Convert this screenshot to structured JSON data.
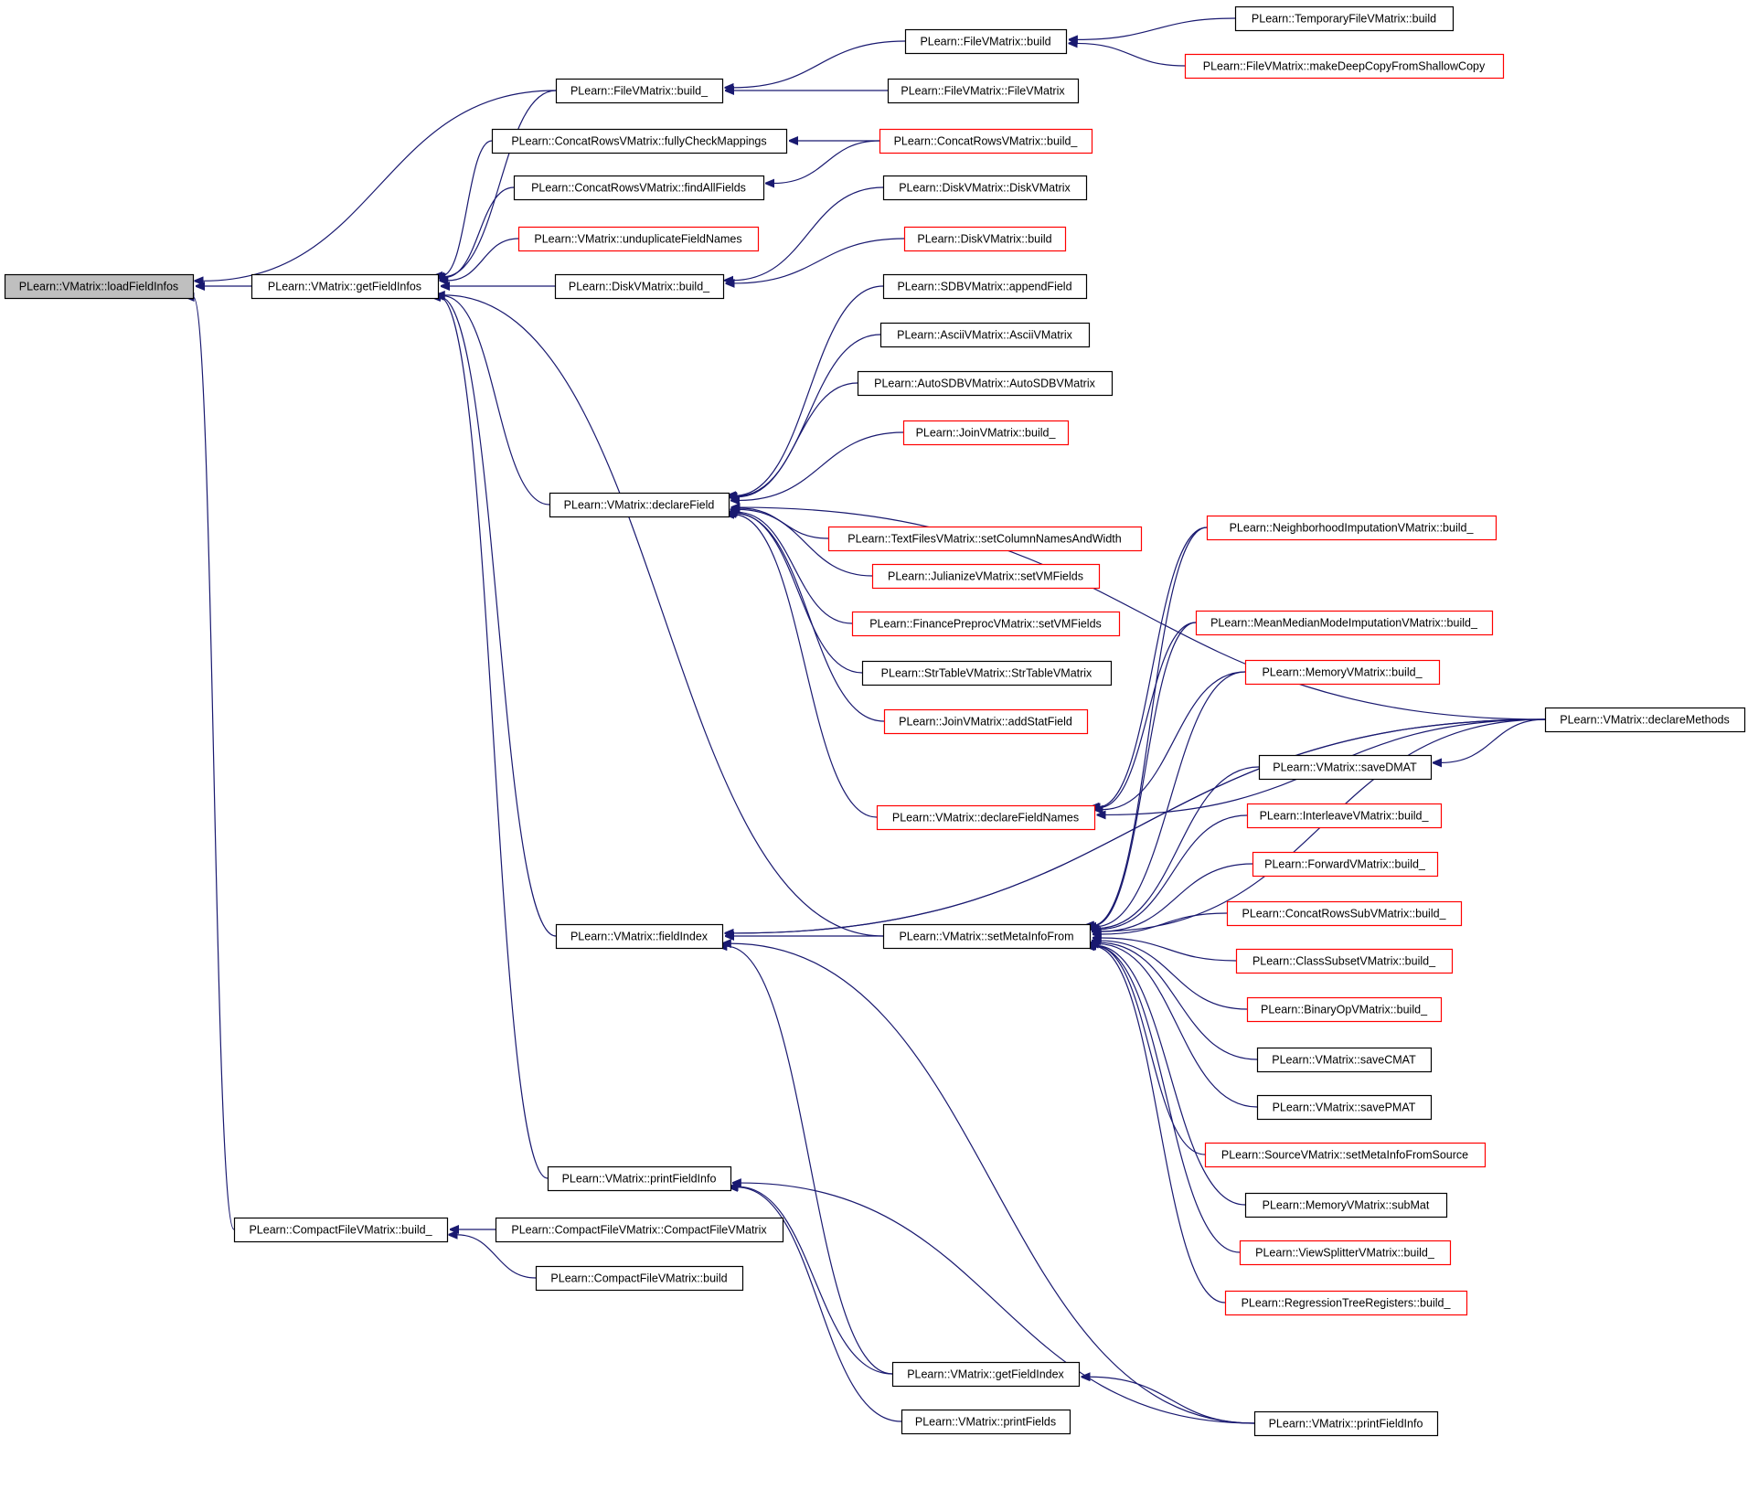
{
  "colors": {
    "edge": "#191970",
    "border_documented": "#000000",
    "border_undocumented": "#ff0000",
    "focus_fill": "#bfbfbf",
    "node_fill": "#ffffff"
  },
  "nodes": [
    {
      "id": "loadFieldInfos",
      "label": "PLearn::VMatrix::loadFieldInfos",
      "style": "focus"
    },
    {
      "id": "getFieldInfos",
      "label": "PLearn::VMatrix::getFieldInfos",
      "style": "black"
    },
    {
      "id": "compactBuild_",
      "label": "PLearn::CompactFileVMatrix::build_",
      "style": "black"
    },
    {
      "id": "fileBuild_",
      "label": "PLearn::FileVMatrix::build_",
      "style": "black"
    },
    {
      "id": "fullyCheck",
      "label": "PLearn::ConcatRowsVMatrix::fullyCheckMappings",
      "style": "black"
    },
    {
      "id": "findAllFields",
      "label": "PLearn::ConcatRowsVMatrix::findAllFields",
      "style": "black"
    },
    {
      "id": "unduplicate",
      "label": "PLearn::VMatrix::unduplicateFieldNames",
      "style": "red"
    },
    {
      "id": "diskBuild_",
      "label": "PLearn::DiskVMatrix::build_",
      "style": "black"
    },
    {
      "id": "declareField",
      "label": "PLearn::VMatrix::declareField",
      "style": "black"
    },
    {
      "id": "fieldIndex",
      "label": "PLearn::VMatrix::fieldIndex",
      "style": "black"
    },
    {
      "id": "printFieldInfo1",
      "label": "PLearn::VMatrix::printFieldInfo",
      "style": "black"
    },
    {
      "id": "compactCtor",
      "label": "PLearn::CompactFileVMatrix::CompactFileVMatrix",
      "style": "black"
    },
    {
      "id": "compactBuild",
      "label": "PLearn::CompactFileVMatrix::build",
      "style": "black"
    },
    {
      "id": "fileBuild",
      "label": "PLearn::FileVMatrix::build",
      "style": "black"
    },
    {
      "id": "fileCtor",
      "label": "PLearn::FileVMatrix::FileVMatrix",
      "style": "black"
    },
    {
      "id": "concatBuild_",
      "label": "PLearn::ConcatRowsVMatrix::build_",
      "style": "red"
    },
    {
      "id": "diskCtor",
      "label": "PLearn::DiskVMatrix::DiskVMatrix",
      "style": "black"
    },
    {
      "id": "diskBuild",
      "label": "PLearn::DiskVMatrix::build",
      "style": "red"
    },
    {
      "id": "sdbAppend",
      "label": "PLearn::SDBVMatrix::appendField",
      "style": "black"
    },
    {
      "id": "asciiCtor",
      "label": "PLearn::AsciiVMatrix::AsciiVMatrix",
      "style": "black"
    },
    {
      "id": "autoSdbCtor",
      "label": "PLearn::AutoSDBVMatrix::AutoSDBVMatrix",
      "style": "black"
    },
    {
      "id": "joinBuild_",
      "label": "PLearn::JoinVMatrix::build_",
      "style": "red"
    },
    {
      "id": "textFiles",
      "label": "PLearn::TextFilesVMatrix::setColumnNamesAndWidth",
      "style": "red"
    },
    {
      "id": "julianize",
      "label": "PLearn::JulianizeVMatrix::setVMFields",
      "style": "red"
    },
    {
      "id": "finance",
      "label": "PLearn::FinancePreprocVMatrix::setVMFields",
      "style": "red"
    },
    {
      "id": "strTable",
      "label": "PLearn::StrTableVMatrix::StrTableVMatrix",
      "style": "black"
    },
    {
      "id": "joinAddStat",
      "label": "PLearn::JoinVMatrix::addStatField",
      "style": "red"
    },
    {
      "id": "declareFieldNames",
      "label": "PLearn::VMatrix::declareFieldNames",
      "style": "red"
    },
    {
      "id": "setMetaInfoFrom",
      "label": "PLearn::VMatrix::setMetaInfoFrom",
      "style": "black"
    },
    {
      "id": "getFieldIndex",
      "label": "PLearn::VMatrix::getFieldIndex",
      "style": "black"
    },
    {
      "id": "printFields",
      "label": "PLearn::VMatrix::printFields",
      "style": "black"
    },
    {
      "id": "tempFileBuild",
      "label": "PLearn::TemporaryFileVMatrix::build",
      "style": "black"
    },
    {
      "id": "fileDeepCopy",
      "label": "PLearn::FileVMatrix::makeDeepCopyFromShallowCopy",
      "style": "red"
    },
    {
      "id": "neighborhood",
      "label": "PLearn::NeighborhoodImputationVMatrix::build_",
      "style": "red"
    },
    {
      "id": "meanMedian",
      "label": "PLearn::MeanMedianModeImputationVMatrix::build_",
      "style": "red"
    },
    {
      "id": "memoryBuild_",
      "label": "PLearn::MemoryVMatrix::build_",
      "style": "red"
    },
    {
      "id": "saveDMAT",
      "label": "PLearn::VMatrix::saveDMAT",
      "style": "black"
    },
    {
      "id": "interleave",
      "label": "PLearn::InterleaveVMatrix::build_",
      "style": "red"
    },
    {
      "id": "forward",
      "label": "PLearn::ForwardVMatrix::build_",
      "style": "red"
    },
    {
      "id": "concatSub",
      "label": "PLearn::ConcatRowsSubVMatrix::build_",
      "style": "red"
    },
    {
      "id": "classSubset",
      "label": "PLearn::ClassSubsetVMatrix::build_",
      "style": "red"
    },
    {
      "id": "binaryOp",
      "label": "PLearn::BinaryOpVMatrix::build_",
      "style": "red"
    },
    {
      "id": "saveCMAT",
      "label": "PLearn::VMatrix::saveCMAT",
      "style": "black"
    },
    {
      "id": "savePMAT",
      "label": "PLearn::VMatrix::savePMAT",
      "style": "black"
    },
    {
      "id": "sourceSetMeta",
      "label": "PLearn::SourceVMatrix::setMetaInfoFromSource",
      "style": "red"
    },
    {
      "id": "memorySubMat",
      "label": "PLearn::MemoryVMatrix::subMat",
      "style": "black"
    },
    {
      "id": "viewSplitter",
      "label": "PLearn::ViewSplitterVMatrix::build_",
      "style": "red"
    },
    {
      "id": "regressionTree",
      "label": "PLearn::RegressionTreeRegisters::build_",
      "style": "red"
    },
    {
      "id": "printFieldInfo2",
      "label": "PLearn::VMatrix::printFieldInfo",
      "style": "black"
    },
    {
      "id": "declareMethods",
      "label": "PLearn::VMatrix::declareMethods",
      "style": "black"
    }
  ],
  "edges": [
    {
      "from": "loadFieldInfos",
      "to": "fileBuild_"
    },
    {
      "from": "loadFieldInfos",
      "to": "getFieldInfos"
    },
    {
      "from": "loadFieldInfos",
      "to": "compactBuild_"
    },
    {
      "from": "getFieldInfos",
      "to": "fileBuild_"
    },
    {
      "from": "getFieldInfos",
      "to": "fullyCheck"
    },
    {
      "from": "getFieldInfos",
      "to": "findAllFields"
    },
    {
      "from": "getFieldInfos",
      "to": "unduplicate"
    },
    {
      "from": "getFieldInfos",
      "to": "diskBuild_"
    },
    {
      "from": "getFieldInfos",
      "to": "declareField"
    },
    {
      "from": "getFieldInfos",
      "to": "fieldIndex"
    },
    {
      "from": "getFieldInfos",
      "to": "printFieldInfo1"
    },
    {
      "from": "getFieldInfos",
      "to": "setMetaInfoFrom"
    },
    {
      "from": "compactBuild_",
      "to": "compactCtor"
    },
    {
      "from": "compactBuild_",
      "to": "compactBuild"
    },
    {
      "from": "fileBuild_",
      "to": "fileBuild"
    },
    {
      "from": "fileBuild_",
      "to": "fileCtor"
    },
    {
      "from": "fileBuild",
      "to": "tempFileBuild"
    },
    {
      "from": "fileBuild",
      "to": "fileDeepCopy"
    },
    {
      "from": "fullyCheck",
      "to": "concatBuild_"
    },
    {
      "from": "findAllFields",
      "to": "concatBuild_"
    },
    {
      "from": "diskBuild_",
      "to": "diskCtor"
    },
    {
      "from": "diskBuild_",
      "to": "diskBuild"
    },
    {
      "from": "declareField",
      "to": "sdbAppend"
    },
    {
      "from": "declareField",
      "to": "asciiCtor"
    },
    {
      "from": "declareField",
      "to": "autoSdbCtor"
    },
    {
      "from": "declareField",
      "to": "joinBuild_"
    },
    {
      "from": "declareField",
      "to": "declareMethods"
    },
    {
      "from": "declareField",
      "to": "textFiles"
    },
    {
      "from": "declareField",
      "to": "julianize"
    },
    {
      "from": "declareField",
      "to": "finance"
    },
    {
      "from": "declareField",
      "to": "strTable"
    },
    {
      "from": "declareField",
      "to": "joinAddStat"
    },
    {
      "from": "declareField",
      "to": "declareFieldNames"
    },
    {
      "from": "fieldIndex",
      "to": "setMetaInfoFrom"
    },
    {
      "from": "fieldIndex",
      "to": "declareMethods"
    },
    {
      "from": "fieldIndex",
      "to": "getFieldIndex"
    },
    {
      "from": "fieldIndex",
      "to": "printFieldInfo2"
    },
    {
      "from": "fieldIndex",
      "to": "declareMethods"
    },
    {
      "from": "printFieldInfo1",
      "to": "getFieldIndex"
    },
    {
      "from": "printFieldInfo1",
      "to": "printFields"
    },
    {
      "from": "printFieldInfo1",
      "to": "printFieldInfo2"
    },
    {
      "from": "declareFieldNames",
      "to": "neighborhood"
    },
    {
      "from": "declareFieldNames",
      "to": "declareMethods"
    },
    {
      "from": "declareFieldNames",
      "to": "meanMedian"
    },
    {
      "from": "declareFieldNames",
      "to": "memoryBuild_"
    },
    {
      "from": "setMetaInfoFrom",
      "to": "neighborhood"
    },
    {
      "from": "setMetaInfoFrom",
      "to": "meanMedian"
    },
    {
      "from": "setMetaInfoFrom",
      "to": "memoryBuild_"
    },
    {
      "from": "setMetaInfoFrom",
      "to": "declareMethods"
    },
    {
      "from": "setMetaInfoFrom",
      "to": "saveDMAT"
    },
    {
      "from": "setMetaInfoFrom",
      "to": "interleave"
    },
    {
      "from": "setMetaInfoFrom",
      "to": "forward"
    },
    {
      "from": "setMetaInfoFrom",
      "to": "concatSub"
    },
    {
      "from": "setMetaInfoFrom",
      "to": "classSubset"
    },
    {
      "from": "setMetaInfoFrom",
      "to": "binaryOp"
    },
    {
      "from": "setMetaInfoFrom",
      "to": "saveCMAT"
    },
    {
      "from": "setMetaInfoFrom",
      "to": "savePMAT"
    },
    {
      "from": "setMetaInfoFrom",
      "to": "sourceSetMeta"
    },
    {
      "from": "setMetaInfoFrom",
      "to": "memorySubMat"
    },
    {
      "from": "setMetaInfoFrom",
      "to": "viewSplitter"
    },
    {
      "from": "setMetaInfoFrom",
      "to": "regressionTree"
    },
    {
      "from": "saveDMAT",
      "to": "declareMethods"
    },
    {
      "from": "getFieldIndex",
      "to": "printFieldInfo2"
    }
  ]
}
